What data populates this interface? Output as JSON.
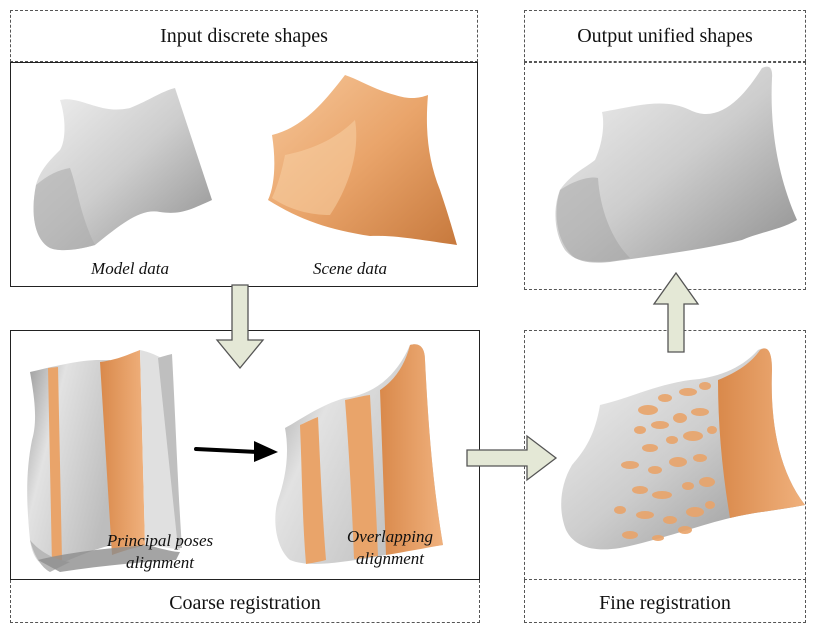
{
  "panels": {
    "input": {
      "title": "Input discrete shapes",
      "model_caption": "Model data",
      "scene_caption": "Scene data"
    },
    "output": {
      "title": "Output unified shapes"
    },
    "coarse": {
      "title": "Coarse registration",
      "caption_left": "Principal poses\nalignment",
      "caption_right": "Overlapping\nalignment"
    },
    "fine": {
      "title": "Fine registration"
    }
  },
  "colors": {
    "gray_surface": "#cfcfcf",
    "orange_surface": "#e9a46a",
    "arrow_fill": "#e4e8d6",
    "arrow_stroke": "#555555"
  }
}
